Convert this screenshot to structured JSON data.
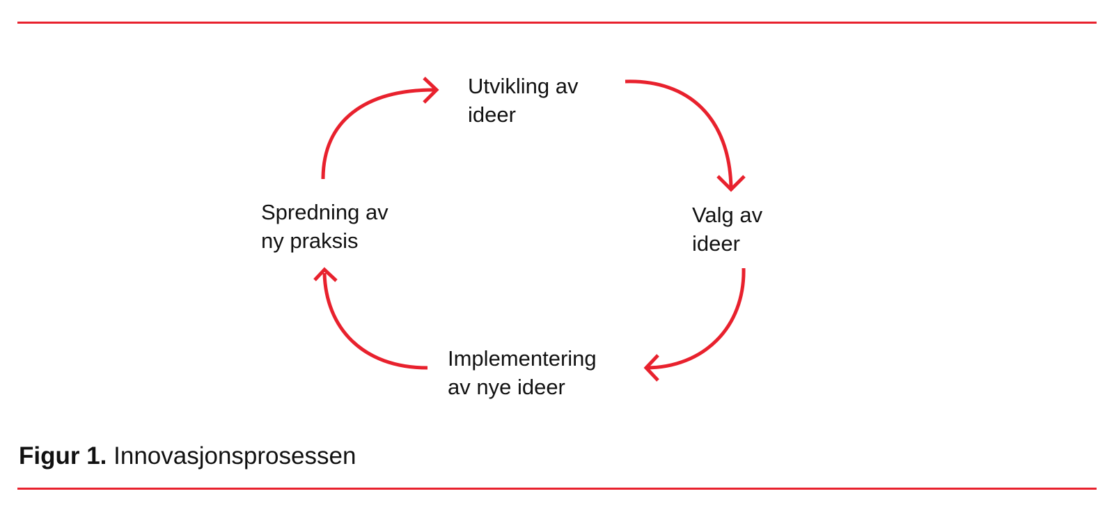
{
  "colors": {
    "accent": "#e8212d",
    "text": "#111111",
    "background": "#ffffff"
  },
  "diagram": {
    "type": "cycle",
    "nodes": [
      {
        "id": "top",
        "lines": [
          "Utvikling av",
          "ideer"
        ]
      },
      {
        "id": "right",
        "lines": [
          "Valg av",
          "ideer"
        ]
      },
      {
        "id": "bottom",
        "lines": [
          "Implementering",
          "av nye ideer"
        ]
      },
      {
        "id": "left",
        "lines": [
          "Spredning av",
          "ny praksis"
        ]
      }
    ],
    "edges": [
      {
        "from": "top",
        "to": "right"
      },
      {
        "from": "right",
        "to": "bottom"
      },
      {
        "from": "bottom",
        "to": "left"
      },
      {
        "from": "left",
        "to": "top"
      }
    ]
  },
  "caption": {
    "label": "Figur 1.",
    "text": " Innovasjonsprosessen"
  }
}
